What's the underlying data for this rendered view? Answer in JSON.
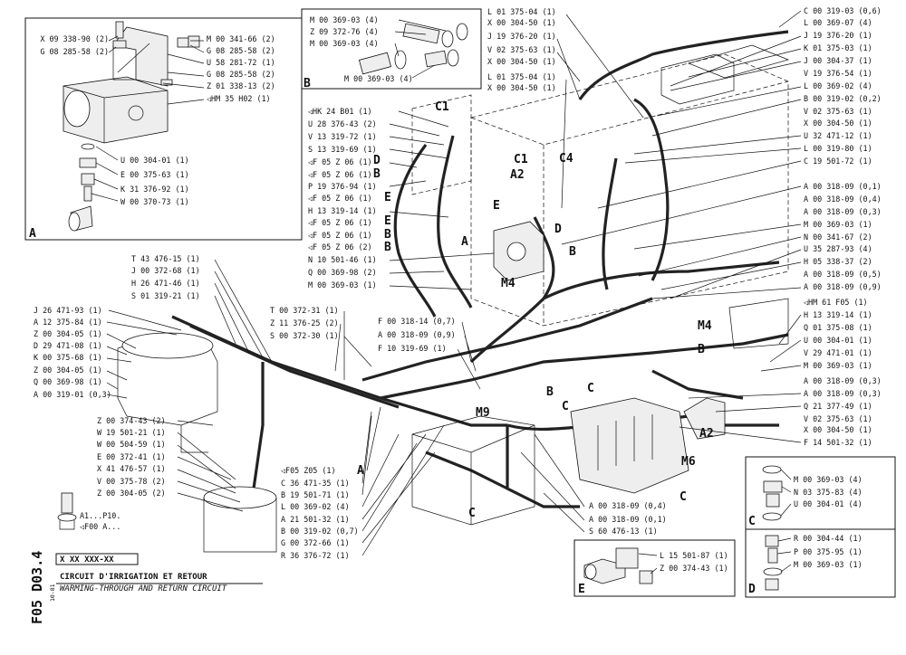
{
  "sheet": {
    "side_code": "F05 D03.4",
    "side_ref": "10-81",
    "code_template": "X XX XXX-XX",
    "title_fr": "CIRCUIT D'IRRIGATION ET RETOUR",
    "title_en": "WARMING-THROUGH AND RETURN CIRCUIT",
    "ref_a1": "A1...P10.",
    "ref_f00": "◁F00 A..."
  },
  "insets": {
    "A": {
      "letter": "A",
      "labels": [
        "X 09 338-90 (2)",
        "G 08 285-58 (2)",
        "M 00 341-66 (2)",
        "G 08 285-58 (2)",
        "U 58 281-72 (1)",
        "G 08 285-58 (2)",
        "Z 01 338-13 (2)",
        "◁HM 35 H02 (1)",
        "U 00 304-01 (1)",
        "E 00 375-63 (1)",
        "K 31 376-92 (1)",
        "W 00 370-73 (1)"
      ]
    },
    "B": {
      "letter": "B",
      "labels": [
        "M 00 369-03 (4)",
        "Z 09 372-76 (4)",
        "M 00 369-03 (4)",
        "M 00 369-03 (4)"
      ]
    },
    "C": {
      "letter": "C",
      "labels": [
        "M 00 369-03 (4)",
        "N 03 375-83 (4)",
        "U 00 304-01 (4)"
      ]
    },
    "D": {
      "letter": "D",
      "labels": [
        "R 00 304-44 (1)",
        "P 00 375-95 (1)",
        "M 00 369-03 (1)"
      ]
    },
    "E": {
      "letter": "E",
      "labels": [
        "L 15 501-87 (1)",
        "Z 00 374-43 (1)"
      ]
    }
  },
  "callouts": {
    "center_left": [
      "◁HK 24 B01 (1)",
      "U 28 376-43 (2)",
      "V 13 319-72 (1)",
      "S 13 319-69 (1)",
      "◁F 05 Z 06 (1)",
      "◁F 05 Z 06 (1)",
      "P 19 376-94 (1)",
      "◁F 05 Z 06 (1)",
      "H 13 319-14 (1)",
      "◁F 05 Z 06 (1)",
      "◁F 05 Z 06 (1)",
      "◁F 05 Z 06 (2)",
      "N 10 501-46 (1)",
      "Q 00 369-98 (2)",
      "M 00 369-03 (1)"
    ],
    "center_left_letters": [
      "D",
      "B",
      "E",
      "E",
      "B",
      "B"
    ],
    "center_top": [
      "L 01 375-04 (1)",
      "X 00 304-50 (1)",
      "J 19 376-20 (1)",
      "V 02 375-63 (1)",
      "X 00 304-50 (1)",
      "L 01 375-04 (1)",
      "X 00 304-50 (1)"
    ],
    "right": [
      "C 00 319-03 (0,6)",
      "L 00 369-07 (4)",
      "J 19 376-20 (1)",
      "K 01 375-03 (1)",
      "J 00 304-37 (1)",
      "V 19 376-54 (1)",
      "L 00 369-02 (4)",
      "B 00 319-02 (0,2)",
      "V 02 375-63 (1)",
      "X 00 304-50 (1)",
      "U 32 471-12 (1)",
      "L 00 319-80 (1)",
      "C 19 501-72 (1)",
      "A 00 318-09 (0,1)",
      "A 00 318-09 (0,4)",
      "A 00 318-09 (0,3)",
      "M 00 369-03 (1)",
      "N 00 341-67 (2)",
      "U 35 287-93 (4)",
      "H 05 338-37 (2)",
      "A 00 318-09 (0,5)",
      "A 00 318-09 (0,9)",
      "◁HM 61 F05 (1)",
      "H 13 319-14 (1)",
      "Q 01 375-08 (1)",
      "U 00 304-01 (1)",
      "V 29 471-01 (1)",
      "M 00 369-03 (1)",
      "A 00 318-09 (0,3)",
      "A 00 318-09 (0,3)",
      "Q 21 377-49 (1)",
      "V 02 375-63 (1)",
      "X 00 304-50 (1)",
      "F 14 501-32 (1)"
    ],
    "left": [
      "T 43 476-15 (1)",
      "J 00 372-68 (1)",
      "H 26 471-46 (1)",
      "S 01 319-21 (1)",
      "J 26 471-93 (1)",
      "A 12 375-84 (1)",
      "Z 00 304-05 (1)",
      "D 29 471-08 (1)",
      "K 00 375-68 (1)",
      "Z 00 304-05 (1)",
      "Q 00 369-98 (1)",
      "A 00 319-01 (0,3)",
      "Z 00 374-43 (2)",
      "W 19 501-21 (1)",
      "W 00 504-59 (1)",
      "E 00 372-41 (1)",
      "X 41 476-57 (1)",
      "V 00 375-78 (2)",
      "Z 00 304-05 (2)"
    ],
    "mid": [
      "T 00 372-31 (1)",
      "Z 11 376-25 (2)",
      "S 00 372-30 (1)",
      "F 00 318-14 (0,7)",
      "A 00 318-09 (0,9)",
      "F 10 319-69 (1)"
    ],
    "bottom": [
      "◁F05 Z05 (1)",
      "C 36 471-35 (1)",
      "B 19 501-71 (1)",
      "L 00 369-02 (4)",
      "A 21 501-32 (1)",
      "B 00 319-02 (0,7)",
      "G 00 372-66 (1)",
      "R 36 376-72 (1)"
    ],
    "bottom_right": [
      "A 00 318-09 (0,4)",
      "A 00 318-09 (0,1)",
      "S 60 476-13 (1)"
    ]
  },
  "diagram_letters": [
    "C1",
    "C1",
    "C4",
    "A2",
    "A2",
    "A",
    "E",
    "D",
    "B",
    "B",
    "B",
    "C",
    "C",
    "C",
    "C",
    "M4",
    "M4",
    "M9",
    "M6"
  ]
}
